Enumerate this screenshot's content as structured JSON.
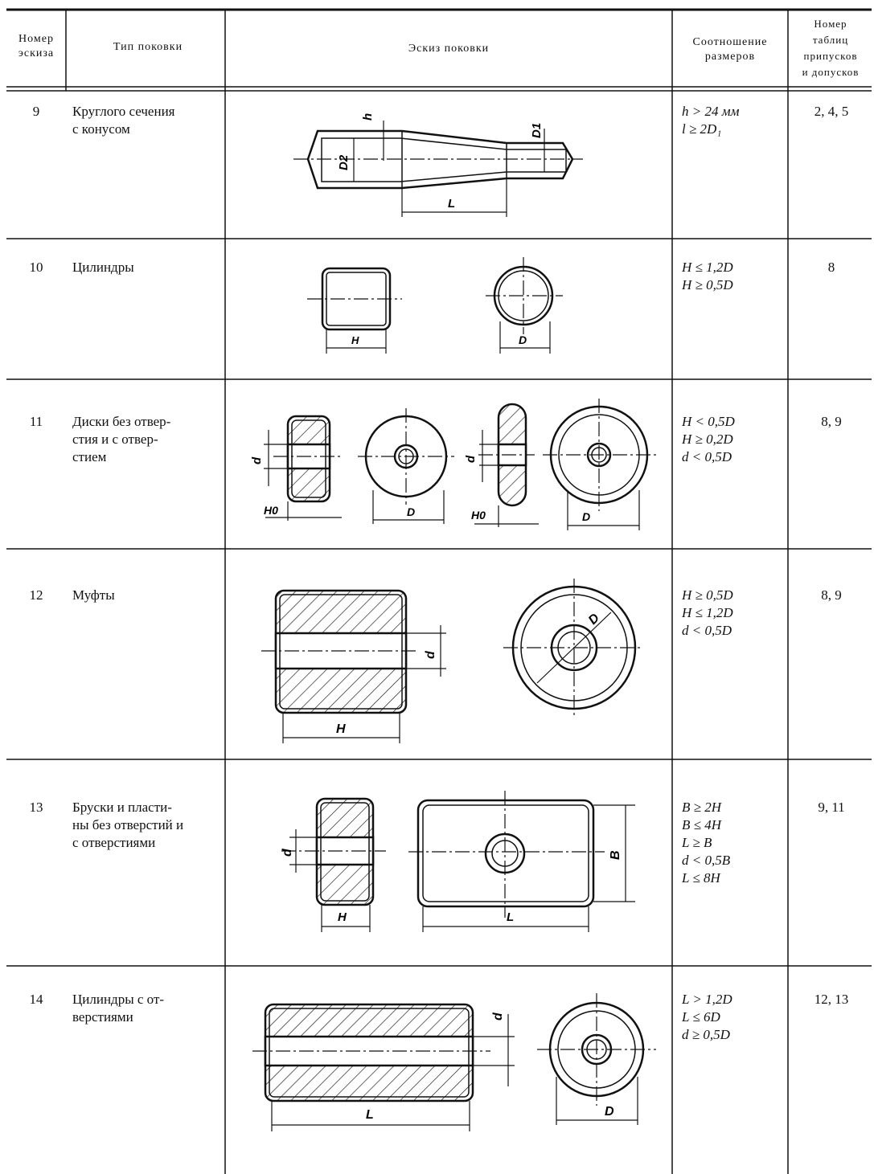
{
  "header": {
    "col_number": [
      "Номер",
      "эскиза"
    ],
    "col_type": "Тип поковки",
    "col_sketch": "Эскиз поковки",
    "col_ratio": [
      "Соотношение",
      "размеров"
    ],
    "col_tables": [
      "Номер",
      "таблиц",
      "припусков",
      "и допусков"
    ]
  },
  "rows": [
    {
      "number": "9",
      "type": [
        "Круглого сечения",
        "с конусом"
      ],
      "ratios": [
        "h > 24 мм",
        "l ≥ 2D₁"
      ],
      "tables": "2, 4, 5",
      "labels": [
        "h",
        "D1",
        "D2",
        "L"
      ]
    },
    {
      "number": "10",
      "type": [
        "Цилиндры"
      ],
      "ratios": [
        "H ≤ 1,2D",
        "H ≥ 0,5D"
      ],
      "tables": "8",
      "labels": [
        "H",
        "D"
      ]
    },
    {
      "number": "11",
      "type": [
        "Диски без отвер-",
        "стия и с отвер-",
        "стием"
      ],
      "ratios": [
        "H < 0,5D",
        "H ≥ 0,2D",
        "d < 0,5D"
      ],
      "tables": "8, 9",
      "labels": [
        "d",
        "H0",
        "D",
        "d",
        "H0",
        "D"
      ]
    },
    {
      "number": "12",
      "type": [
        "Муфты"
      ],
      "ratios": [
        "H ≥ 0,5D",
        "H ≤ 1,2D",
        "d < 0,5D"
      ],
      "tables": "8, 9",
      "labels": [
        "d",
        "H",
        "D"
      ]
    },
    {
      "number": "13",
      "type": [
        "Бруски и пласти-",
        "ны без отверстий и",
        "с отверстиями"
      ],
      "ratios": [
        "B ≥ 2H",
        "B ≤ 4H",
        "L ≥ B",
        "d < 0,5B",
        "L ≤ 8H"
      ],
      "tables": "9, 11",
      "labels": [
        "d",
        "H",
        "B",
        "L"
      ]
    },
    {
      "number": "14",
      "type": [
        "Цилиндры с от-",
        "верстиями"
      ],
      "ratios": [
        "L > 1,2D",
        "L ≤ 6D",
        "d ≥ 0,5D"
      ],
      "tables": "12, 13",
      "labels": [
        "d",
        "L",
        "D"
      ]
    }
  ]
}
